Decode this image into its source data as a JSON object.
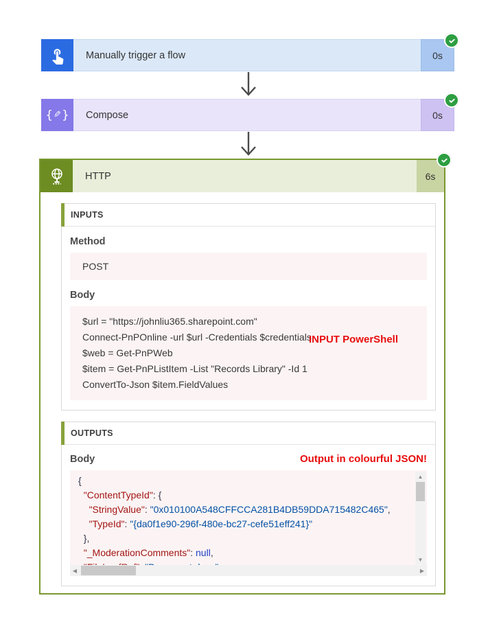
{
  "flow": {
    "steps": [
      {
        "id": "trigger",
        "label": "Manually trigger a flow",
        "duration": "0s",
        "status": "succeeded",
        "icon": "touch-icon"
      },
      {
        "id": "compose",
        "label": "Compose",
        "duration": "0s",
        "status": "succeeded",
        "icon": "braces-pencil-icon"
      },
      {
        "id": "http",
        "label": "HTTP",
        "duration": "6s",
        "status": "succeeded",
        "icon": "globe-icon"
      }
    ]
  },
  "http_card": {
    "inputs": {
      "title": "INPUTS",
      "method_label": "Method",
      "method_value": "POST",
      "body_label": "Body",
      "annotation": "INPUT PowerShell",
      "code_lines": [
        "$url = \"https://johnliu365.sharepoint.com\"",
        "Connect-PnPOnline -url $url -Credentials $credentials",
        "$web = Get-PnPWeb",
        "$item = Get-PnPListItem -List \"Records Library\" -Id 1",
        "ConvertTo-Json $item.FieldValues"
      ]
    },
    "outputs": {
      "title": "OUTPUTS",
      "body_label": "Body",
      "annotation": "Output in colourful JSON!",
      "json_lines": [
        [
          {
            "t": "{",
            "c": "p"
          }
        ],
        [
          {
            "t": "  ",
            "c": "p"
          },
          {
            "t": "\"ContentTypeId\"",
            "c": "k"
          },
          {
            "t": ": ",
            "c": "p"
          },
          {
            "t": "{",
            "c": "p"
          }
        ],
        [
          {
            "t": "    ",
            "c": "p"
          },
          {
            "t": "\"StringValue\"",
            "c": "k"
          },
          {
            "t": ": ",
            "c": "p"
          },
          {
            "t": "\"0x010100A548CFFCCA281B4DB59DDA715482C465\"",
            "c": "s"
          },
          {
            "t": ",",
            "c": "p"
          }
        ],
        [
          {
            "t": "    ",
            "c": "p"
          },
          {
            "t": "\"TypeId\"",
            "c": "k"
          },
          {
            "t": ": ",
            "c": "p"
          },
          {
            "t": "\"{da0f1e90-296f-480e-bc27-cefe51eff241}\"",
            "c": "s"
          }
        ],
        [
          {
            "t": "  ",
            "c": "p"
          },
          {
            "t": "},",
            "c": "p"
          }
        ],
        [
          {
            "t": "  ",
            "c": "p"
          },
          {
            "t": "\"_ModerationComments\"",
            "c": "k"
          },
          {
            "t": ": ",
            "c": "p"
          },
          {
            "t": "null",
            "c": "n"
          },
          {
            "t": ",",
            "c": "p"
          }
        ],
        [
          {
            "t": "  ",
            "c": "p"
          },
          {
            "t": "\"FileLeafRef\"",
            "c": "k"
          },
          {
            "t": ": ",
            "c": "p"
          },
          {
            "t": "\"Document.docx\"",
            "c": "s"
          },
          {
            "t": ",",
            "c": "p"
          }
        ]
      ]
    }
  },
  "colors": {
    "trigger_blue": "#2b6be2",
    "trigger_bar": "#dbe8f8",
    "compose_purple": "#8578e8",
    "compose_bar": "#e9e4fa",
    "http_olive": "#6d8c22",
    "http_bar": "#e8eed9",
    "http_border": "#7a9830",
    "check_green": "#2d9e41",
    "annotation_red": "#e80c0c",
    "code_background": "#fcf4f4",
    "json_key": "#a31515",
    "json_string": "#0451a5",
    "json_null": "#2040c8"
  }
}
